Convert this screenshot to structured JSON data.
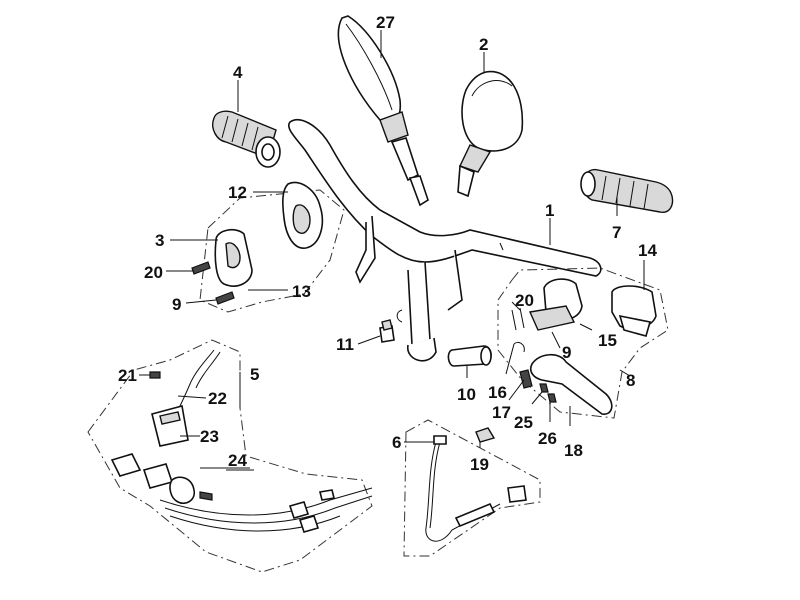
{
  "callouts": {
    "c1": "1",
    "c2": "2",
    "c3": "3",
    "c4": "4",
    "c5": "5",
    "c6": "6",
    "c7": "7",
    "c8": "8",
    "c9a": "9",
    "c9b": "9",
    "c10": "10",
    "c11": "11",
    "c12": "12",
    "c13": "13",
    "c14": "14",
    "c15": "15",
    "c16": "16",
    "c17": "17",
    "c18": "18",
    "c19": "19",
    "c20a": "20",
    "c20b": "20",
    "c21": "21",
    "c22": "22",
    "c23": "23",
    "c24": "24",
    "c25": "25",
    "c26": "26",
    "c27": "27"
  },
  "colors": {
    "line": "#111111",
    "shade": "#d9d9d9",
    "dark": "#444444",
    "background": "#ffffff"
  }
}
